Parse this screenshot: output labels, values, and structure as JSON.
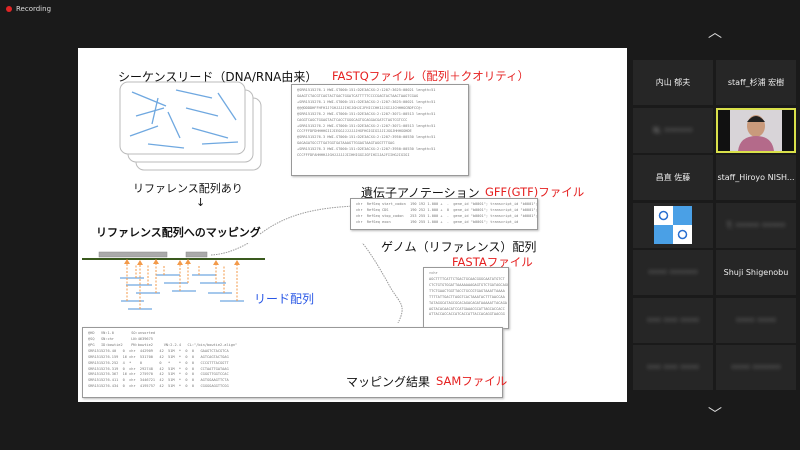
{
  "recording": {
    "label": "Recording",
    "color": "#e02525"
  },
  "slide": {
    "reads_title": "シーケンスリード（DNA/RNA由来）",
    "fastq_title": "FASTQファイル（配列＋クオリティ）",
    "fastq_lines": [
      "@SRR1515276.1 HWI-ST000:151:D2E3ACXX:2:1207:3625:00021 length=51",
      "GAAGTCTACGTCAGTACTGACTGGATCATTTTTCCCCGAGTACTAACTAAGTCGAG",
      "+SRR1515276.1 HWI-ST000:151:D2E3ACXX:2:1207:3625:00021 length=51",
      "@@@DDDDHFFHFHIJ?GHJJJJIHIJGHJIJFHICCHHIJJGIJJCHHHGCBDFCC@:",
      "@SRR1515276.2 HWI-ST000:151:D2E3ACXX:2:1207:3071:00513 length=51",
      "CAGGTCAGCTGGAGTACTCACCTGGGCAGTGCAGGACGATCTAGTCGTCCC",
      "+SRR1515276.2 HWI-ST000:151:D2E3ACXX:2:1207:3071:00513 length=51",
      "CCCFFFDFDHHHHGIIJIEGGJJJJJJJHGFHGIGIGIJJIJGGJHHHGGHDE",
      "@SRR1515276.3 HWI-ST000:151:D2E3ACXX:2:1207:3950:00530 length=51",
      "GAGAGATGCCTTGATGGTGATAAAGTTGGAGTAAGTAGGTTTGAG",
      "+SRR1515276.3 HWI-ST000:151:D2E3ACXX:2:1207:3950:00530 length=51",
      "CCCFFFDFAHHHHJJGHJJJJJJIIHHIGGIJGFIHIIJAJFIIHGJIGIGI"
    ],
    "with_ref": "リファレンス配列あり",
    "arrow_down": "↓",
    "mapping_title": "リファレンス配列へのマッピング",
    "read_seq_label": "リード配列",
    "gff_title": "遺伝子アノテーション",
    "gff_file": "GFF(GTF)ファイル",
    "gff_lines": [
      "chr  RefSeq start_codon  190 192 1.000 +  .  gene_id \"b0001\"; transcript_id \"b0001\";",
      "chr  RefSeq CDS          190 252 1.000 +  0  gene_id \"b0001\"; transcript_id \"b0001\";",
      "chr  RefSeq stop_codon   253 255 1.000 +  .  gene_id \"b0001\"; transcript_id \"b0001\";",
      "chr  RefSeq exon         190 255 1.000 +  .  gene_id \"b0001\"; transcript_id"
    ],
    "genome_title": "ゲノム（リファレンス）配列",
    "fasta_file": "FASTAファイル",
    "fasta_lines": [
      ">chr",
      "AGCTTTTCATTCTGACTGCAACGGGCAATATGTCT",
      "CTCTGTGTGGATTAAAAAAAGAGTGTCTGATAGCAGC",
      "TTCTGAACTGGTTACCTGCCGTGAGTAAATTAAAA",
      "TTTTATTGACTTAGGTCACTAAATACTTTAACCAA",
      "TATAGGCATAGCGCACAGACAGATAAAAATTACAGA",
      "AGTACACAACATCCATGAAACGCATTAGCACCACC",
      "ATTACCACCACCATCACCATTACCACAGGTAACGG"
    ],
    "mapping_result": "マッピング結果",
    "sam_file": "SAMファイル",
    "sam_lines": [
      "@HD   VN:1.0        SO:unsorted",
      "@SQ   SN:chr        LN:4639675",
      "@PG   ID:bowtie2    PN:bowtie2     VN:2.2.4   CL:\"/bin/bowtie2-align\"",
      "SRR1515276.40   0  chr  442909   42  51M  *  0  0   GAAGTCTACGTCA",
      "SRR1515276.159  16 chr  531700   42  51M  *  0  0   AGTCAGTACTGAG",
      "SRR1515276.252  4  *    0        0   *    *  0  0   CCCGTTTACGGTT",
      "SRR1515276.319  0  chr  292748   42  51M  *  0  0   CCTAATTGATAAG",
      "SRR1515276.367  16 chr  275970   42  51M  *  0  0   CGGGTTGGTCCAC",
      "SRR1515276.411  0  chr  3446721  42  51M  *  0  0   AGTGGAAGTTCTA",
      "SRR1515276.434  0  chr  4195757  42  51M  *  0  0   CGGGGAGGTTCGG"
    ]
  },
  "participants": [
    {
      "name": "内山 郁夫"
    },
    {
      "name": "staff_杉浦 宏樹"
    },
    {
      "name": "N. ••••••",
      "blurred": true
    },
    {
      "name": "",
      "video": true,
      "active": true
    },
    {
      "name": "昌直 佐藤"
    },
    {
      "name": "staff_Hiroyo NISH..."
    },
    {
      "name": "",
      "logo": true
    },
    {
      "name": "T. ••••• •••••",
      "blurred": true
    },
    {
      "name": "•••• ••••••",
      "blurred": true
    },
    {
      "name": "Shuji Shigenobu"
    },
    {
      "name": "••• ••• ••••",
      "blurred": true
    },
    {
      "name": "•••• ••••",
      "blurred": true
    },
    {
      "name": "••• ••• ••••",
      "blurred": true
    },
    {
      "name": "•••• ••••••",
      "blurred": true
    }
  ],
  "colors": {
    "active_border": "#d9e04a",
    "read_line": "#6fa8e0",
    "arrow": "#f39a4a",
    "reference": "#3a5a1e"
  }
}
